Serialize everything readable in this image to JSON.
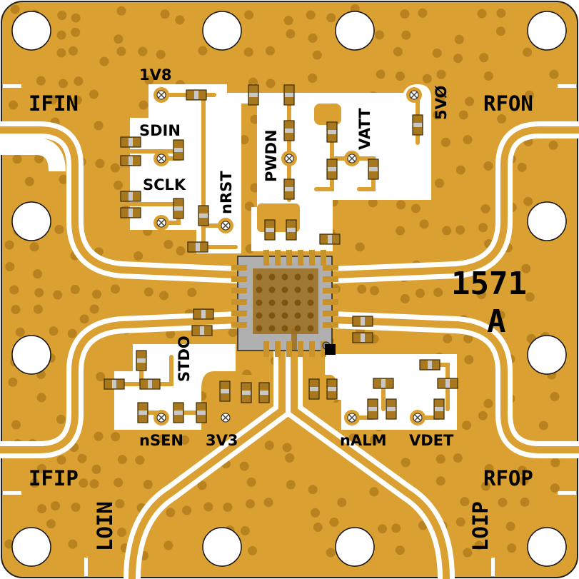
{
  "board": {
    "part_number": "1571",
    "revision": "A"
  },
  "ports": {
    "ifin": "IFIN",
    "ifip": "IFIP",
    "rfon": "RFON",
    "rfop": "RFOP",
    "loin": "LOIN",
    "loip": "LOIP"
  },
  "signals": {
    "v1v8": "1V8",
    "sdin": "SDIN",
    "sclk": "SCLK",
    "nrst": "nRST",
    "pwdn": "PWDN",
    "vatt": "VATT",
    "v5v0": "5VØ",
    "stdo": "STDO",
    "nsen": "nSEN",
    "v3v3": "3V3",
    "nalm": "nALM",
    "vdet": "VDET"
  },
  "colors": {
    "copper": "#DAA031",
    "via": "#B8821F",
    "clearance": "#FFFFFF",
    "chip_body": "#B0B0B0",
    "chip_pad": "#9C6E1E",
    "component": "#A8781F"
  }
}
